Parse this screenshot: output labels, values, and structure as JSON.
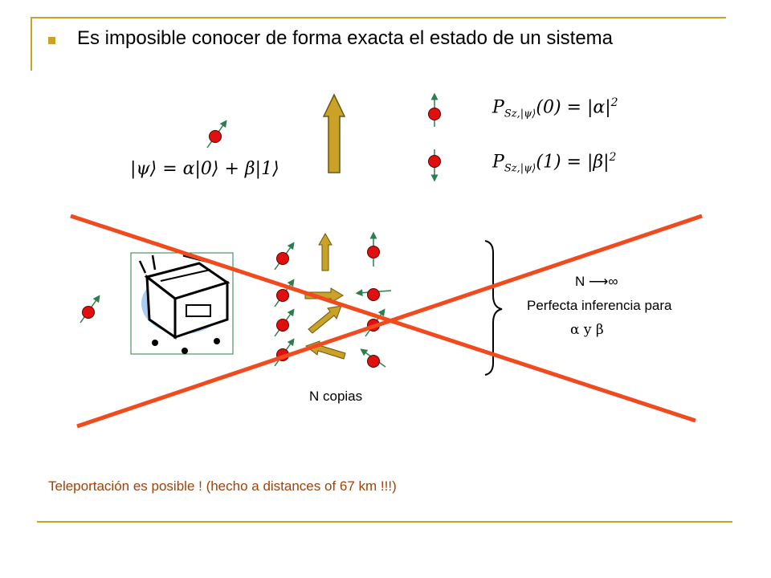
{
  "slide": {
    "bullet_text": "Es imposible conocer de forma exacta el estado de un sistema",
    "state_formula": "|ψ⟩ = α|0⟩ + β|1⟩",
    "prob0_formula": "P_{S_z,|ψ⟩}(0) = |α|²",
    "prob1_formula": "P_{S_z,|ψ⟩}(1) = |β|²",
    "prob0_lhs": "P",
    "prob0_sub": "Sz,|ψ⟩",
    "prob0_rhs": "(0) = |α|",
    "prob0_exp": "2",
    "prob1_lhs": "P",
    "prob1_sub": "Sz,|ψ⟩",
    "prob1_rhs": "(1) = |β|",
    "prob1_exp": "2",
    "n_limit": "N ⟶∞",
    "inference_text": "Perfecta inferencia para",
    "alpha_beta": "α  y  β",
    "copies_label": "N copias",
    "footer_text": "Teleportación es posible ! (hecho a distances of 67 km !!!)"
  },
  "colors": {
    "accent_gold": "#c9a227",
    "cross_red": "#f04a1e",
    "spin_red": "#e01010",
    "spin_green": "#2e7d4f",
    "footer_text": "#a0420b"
  },
  "icons": {
    "copier": "copier-icon"
  }
}
